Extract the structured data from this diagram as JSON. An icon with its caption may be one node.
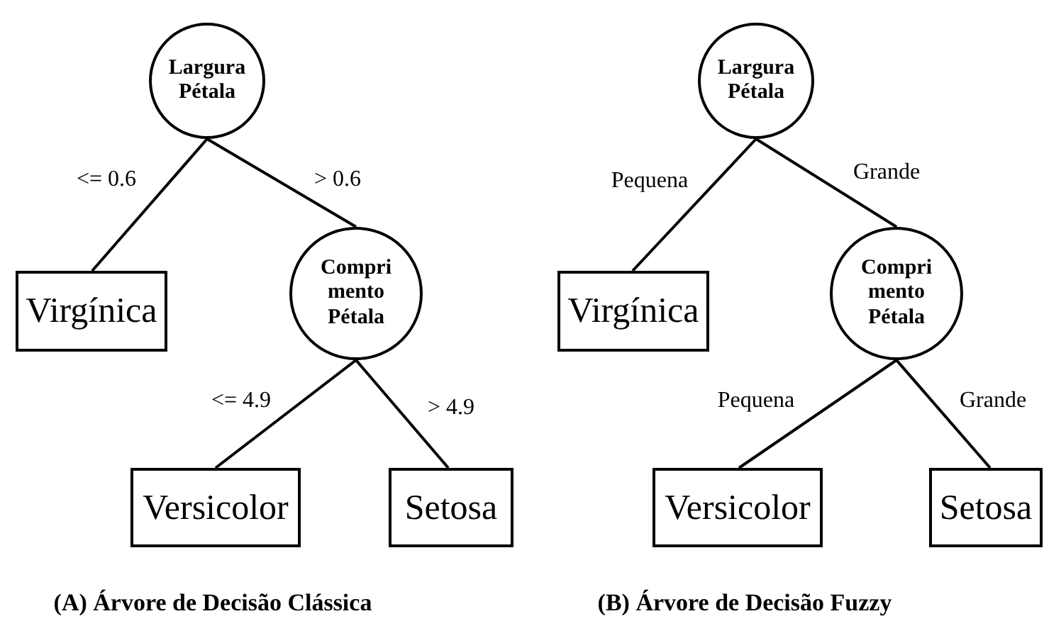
{
  "diagram": {
    "nodes": [
      {
        "text": [
          "Largura Pétala"
        ]
      },
      {
        "text": [
          "Virgínica"
        ]
      },
      {
        "text": [
          "Compri mento Pétala"
        ]
      },
      {
        "text": [
          "Versicolor"
        ]
      },
      {
        "text": [
          "Setosa"
        ]
      },
      {
        "text": [
          "Largura Pétala"
        ]
      },
      {
        "text": [
          "Virgínica"
        ]
      },
      {
        "text": [
          "Compri mento Pétala"
        ]
      },
      {
        "text": [
          "Versicolor"
        ]
      },
      {
        "text": [
          "Setosa"
        ]
      }
    ],
    "edges": [
      {
        "from": 0,
        "to": 1,
        "arrow": "none",
        "label": "<= 0.6"
      },
      {
        "from": 0,
        "to": 2,
        "arrow": "none",
        "label": "> 0.6"
      },
      {
        "from": 2,
        "to": 3,
        "arrow": "none",
        "label": "<= 4.9"
      },
      {
        "from": 2,
        "to": 4,
        "arrow": "none",
        "label": "> 4.9"
      },
      {
        "from": 5,
        "to": 6,
        "arrow": "none",
        "label": "Pequena"
      },
      {
        "from": 5,
        "to": 7,
        "arrow": "none",
        "label": "Grande"
      },
      {
        "from": 7,
        "to": 8,
        "arrow": "none",
        "label": "Pequena"
      },
      {
        "from": 7,
        "to": 9,
        "arrow": "none",
        "label": "Grande"
      }
    ],
    "labels": [
      "(A) Árvore de Decisão Clássica",
      "(B) Árvore de Decisão Fuzzy"
    ]
  }
}
